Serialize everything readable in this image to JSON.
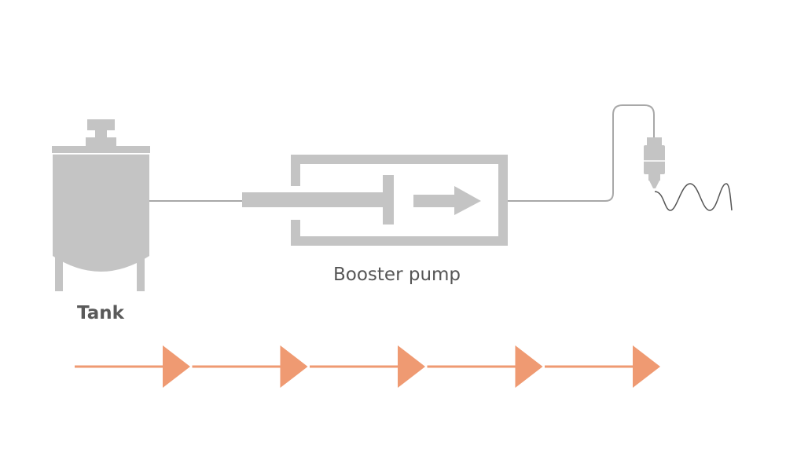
{
  "labels": {
    "tank": "Tank",
    "pump": "Booster pump"
  },
  "colors": {
    "equipment": "#c4c4c4",
    "pipe": "#a8a8a8",
    "flow_arrow": "#ef9a72",
    "text": "#555555",
    "waveform": "#555555"
  },
  "flow_arrows": {
    "count": 5
  }
}
